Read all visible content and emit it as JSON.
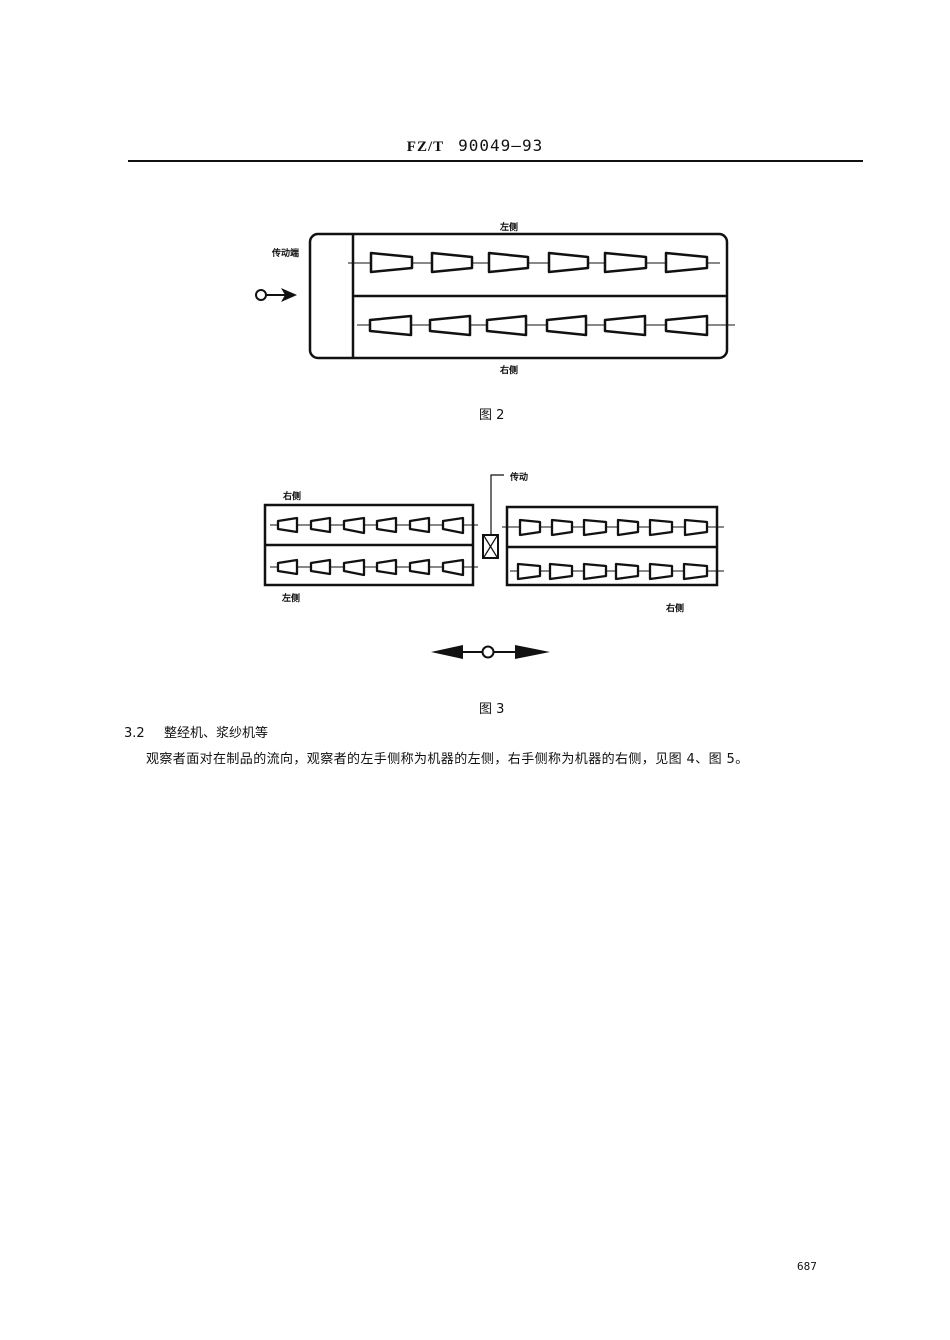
{
  "header": {
    "code": "FZ/T",
    "number": "90049—93"
  },
  "figure2": {
    "label_drive_end": "传动端",
    "label_left": "左侧",
    "label_right": "右侧",
    "caption": "图 2",
    "spindles_per_row": 6,
    "rows": 2,
    "direction": "arrow-right"
  },
  "figure3": {
    "label_drive": "传动",
    "left_block_top_label": "右侧",
    "left_block_bottom_label": "左侧",
    "right_block_bottom_label": "右侧",
    "spindles_per_row": 6,
    "caption": "图 3",
    "direction": "bidirectional-arrow"
  },
  "section": {
    "number": "3.2",
    "title": "整经机、浆纱机等",
    "body": "观察者面对在制品的流向，观察者的左手侧称为机器的左侧，右手侧称为机器的右侧，见图 4、图 5。"
  },
  "footer": {
    "page_number": "687"
  }
}
